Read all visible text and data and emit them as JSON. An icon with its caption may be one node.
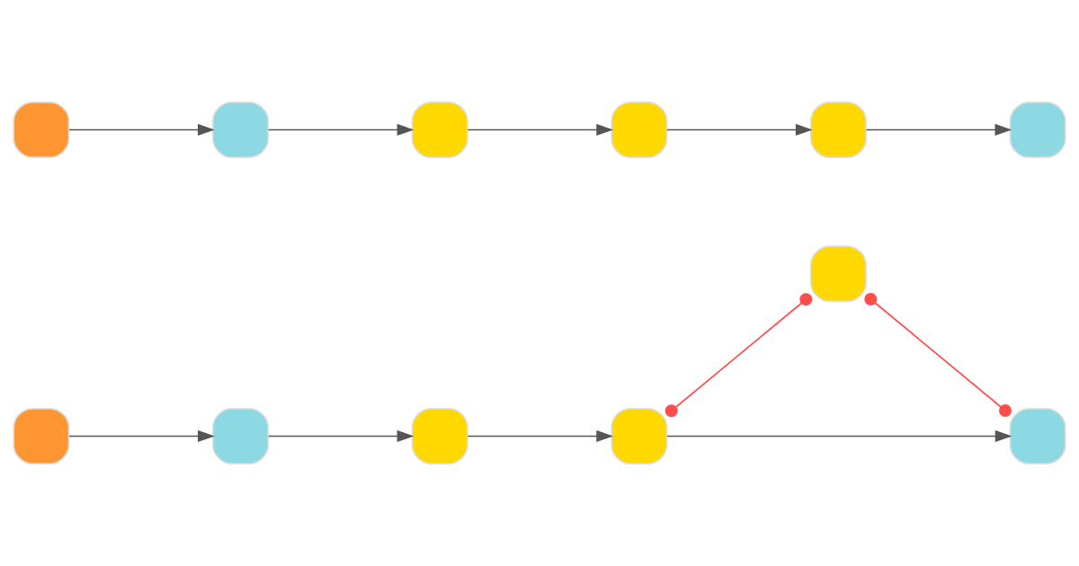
{
  "diagram": {
    "nodes": [
      {
        "text": [],
        "shape": "box"
      },
      {
        "text": [],
        "shape": "box"
      },
      {
        "text": [],
        "shape": "box"
      },
      {
        "text": [],
        "shape": "box"
      },
      {
        "text": [],
        "shape": "box"
      },
      {
        "text": [],
        "shape": "box"
      },
      {
        "text": [],
        "shape": "box"
      },
      {
        "text": [],
        "shape": "box"
      },
      {
        "text": [],
        "shape": "box"
      },
      {
        "text": [],
        "shape": "box"
      },
      {
        "text": [],
        "shape": "box"
      },
      {
        "text": [],
        "shape": "box"
      }
    ],
    "edges": [
      {
        "from": 0,
        "to": 1,
        "arrow": "to"
      },
      {
        "from": 1,
        "to": 2,
        "arrow": "to"
      },
      {
        "from": 2,
        "to": 3,
        "arrow": "to"
      },
      {
        "from": 3,
        "to": 4,
        "arrow": "other",
        "color": "#ff4d4d"
      },
      {
        "from": 4,
        "to": 5,
        "arrow": "other",
        "color": "#ff4d4d"
      },
      {
        "from": 3,
        "to": 5,
        "arrow": "to"
      },
      {
        "from": 6,
        "to": 7,
        "arrow": "to"
      },
      {
        "from": 7,
        "to": 8,
        "arrow": "to"
      },
      {
        "from": 8,
        "to": 9,
        "arrow": "to"
      },
      {
        "from": 9,
        "to": 10,
        "arrow": "to"
      },
      {
        "from": 10,
        "to": 11,
        "arrow": "to"
      }
    ]
  }
}
